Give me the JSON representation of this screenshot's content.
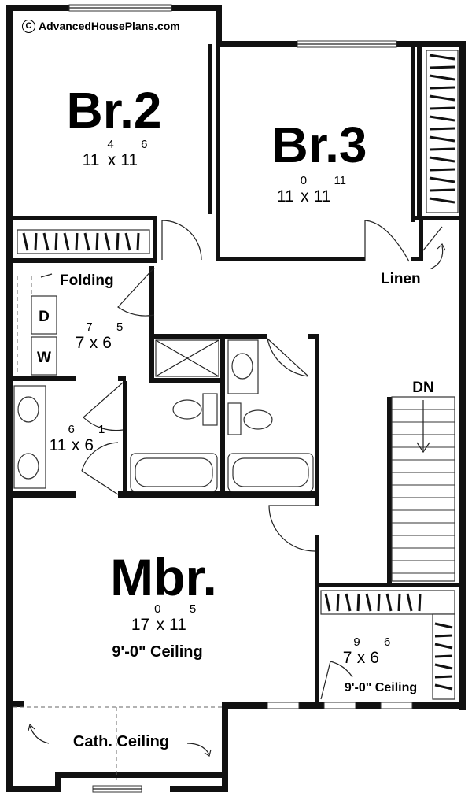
{
  "watermark": {
    "symbol": "C",
    "text": "AdvancedHousePlans.com"
  },
  "rooms": {
    "br2": {
      "name": "Br.2",
      "dim_a": "11",
      "sup_a": "4",
      "dim_b": "11",
      "sup_b": "6"
    },
    "br3": {
      "name": "Br.3",
      "dim_a": "11",
      "sup_a": "0",
      "dim_b": "11",
      "sup_b": "11"
    },
    "laundry": {
      "dim_a": "7",
      "sup_a": "7",
      "dim_b": "6",
      "sup_b": "5"
    },
    "bath2": {
      "dim_a": "11",
      "sup_a": "6",
      "dim_b": "6",
      "sup_b": "1"
    },
    "mbr": {
      "name": "Mbr.",
      "dim_a": "17",
      "sup_a": "0",
      "dim_b": "11",
      "sup_b": "5",
      "ceiling": "9'-0\" Ceiling"
    },
    "closet": {
      "dim_a": "7",
      "sup_a": "9",
      "dim_b": "6",
      "sup_b": "6",
      "ceiling": "9'-0\" Ceiling"
    }
  },
  "labels": {
    "folding": "Folding",
    "dryer": "D",
    "washer": "W",
    "linen": "Linen",
    "stairs": "DN",
    "cath_ceiling": "Cath. Ceiling",
    "times": "x"
  }
}
